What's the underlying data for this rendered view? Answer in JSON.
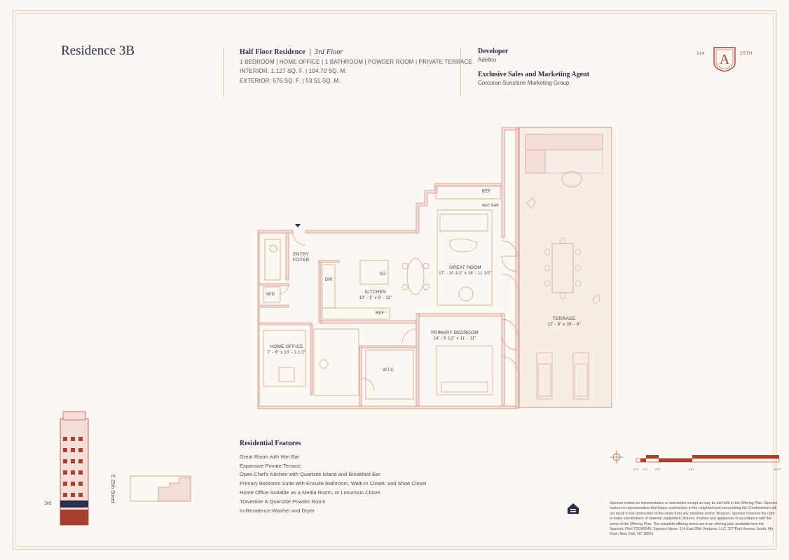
{
  "residence": {
    "title": "Residence 3B"
  },
  "summary": {
    "heading": "Half Floor Residence",
    "floor": "3rd Floor",
    "rooms": "1 BEDROOM  |  HOME OFFICE  |  1 BATHROOM  |  POWDER ROOM  |  PRIVATE TERRACE",
    "interior": "INTERIOR:  1,127 SQ. F.  |  104.70 SQ. M.",
    "exterior": "EXTERIOR:  576 SQ. F.  |  53.51 SQ. M."
  },
  "developer": {
    "heading": "Developer",
    "name": "Adellco",
    "agent_heading": "Exclusive Sales and Marketing Agent",
    "agent_name": "Corcoran Sunshine Marketing Group"
  },
  "logo": {
    "left_number": "114",
    "letter": "A",
    "right_number": "25TH"
  },
  "plan_labels": {
    "entry": "ENTRY\nFOYER",
    "kitchen": "KITCHEN",
    "kitchen_dim": "10' - 1\" x 8' - 11\"",
    "great_room": "GREAT ROOM",
    "great_room_dim": "17' - 10 1/2\" x 18' - 11 1/2\"",
    "primary_bedroom": "PRIMARY BEDROOM",
    "primary_bedroom_dim": "14' - 5 1/2\" x 11' - 11\"",
    "home_office": "HOME OFFICE",
    "home_office_dim": "7' - 6\" x 10' - 3 1/2\"",
    "terrace": "TERRACE",
    "terrace_dim": "12' - 8\" x 39' - 8\"",
    "wic": "W.I.C",
    "wd": "W/D",
    "dw": "DW",
    "ref": "REF",
    "ref2": "REF",
    "so": "SO",
    "wet_bar": "WET BAR"
  },
  "features": {
    "heading": "Residential Features",
    "items": [
      "Great Room with Wet Bar",
      "Expansive Private Terrace",
      "Open Chef's Kitchen with Quartzite Island and Breakfast Bar",
      "Primary Bedroom Suite with Ensuite Bathroom, Walk-in Closet, and Shoe Closet",
      "Home Office Suitable as a Media Room, or Luxurious Closet",
      "Travertine & Quartzite Powder Room",
      "In-Residence Washer and Dryer"
    ]
  },
  "keyplan": {
    "street": "E 25th Street",
    "floor": "3rd"
  },
  "scale": {
    "labels": [
      "0 FT",
      "1 FT",
      "2 FT",
      "5 FT",
      "10 FT"
    ]
  },
  "disclaimer": "Sponsor makes no representation or warranties except as may be set forth in the Offering Plan. Sponsor makes no representation that future construction in the neighborhood surrounding the Condominium will not result in the obstruction of the views from any windows and/or Terraces. Sponsor reserves the right to make substitutions of material, equipment, fixtures, finishes and appliances in accordance with the terms of the Offering Plan. The complete offering terms are in an offering plan available from the Sponsor. File# CD240249. Sponsor Name: 114 East 25th Ventures, LLC, 377 Park Avenue South, 4th Floor, New York, NY 10016",
  "colors": {
    "wall": "#f1d7cf",
    "line": "#d3958a",
    "brand": "#a8402f",
    "navy": "#2b2d4a"
  }
}
